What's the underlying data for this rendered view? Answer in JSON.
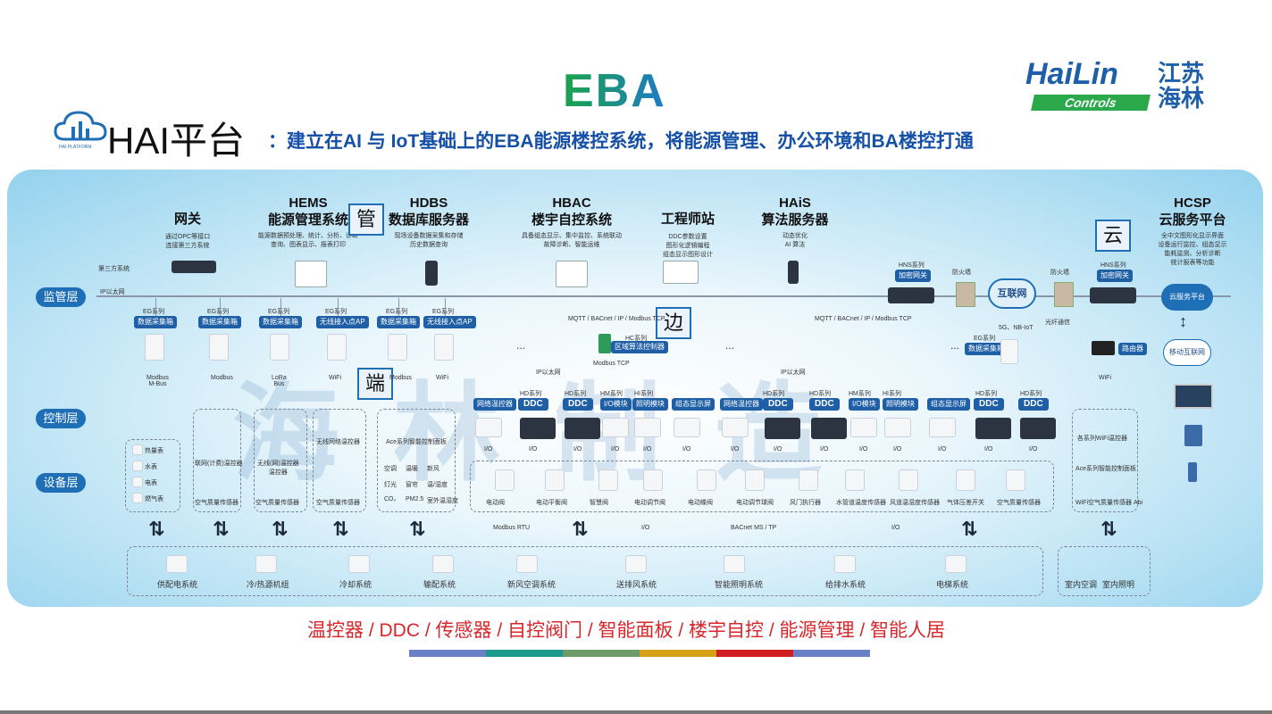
{
  "logo": {
    "eba": "EBA",
    "hailin_word": "HaiLin",
    "hailin_cn": "江苏海林",
    "hailin_bar": "Controls",
    "hai_logo_sub": "HAI PLATFORM"
  },
  "header": {
    "hai_title": "HAI平台",
    "subtitle": "：建立在AI 与 IoT基础上的EBA能源楼控系统，将能源管理、办公环境和BA楼控打通"
  },
  "layers": [
    "监管层",
    "控制层",
    "设备层"
  ],
  "systems": [
    {
      "title": "网关",
      "sub": "",
      "desc": "通过OPC等接口\n连接第三方系统"
    },
    {
      "title": "HEMS",
      "sub": "能源管理系统",
      "desc": "能源数据预处理、统计、分析、诊断\n查询、图表显示、报表打印"
    },
    {
      "title": "HDBS",
      "sub": "数据库服务器",
      "desc": "现场设备数据采集和存储\n历史数据查询"
    },
    {
      "title": "HBAC",
      "sub": "楼宇自控系统",
      "desc": "具备组态显示、集中监控、系统联动\n故障诊断、智能运维"
    },
    {
      "title": "工程师站",
      "sub": "",
      "desc": "DDC参数设置\n图形化逻辑编程\n组态显示图形设计"
    },
    {
      "title": "HAiS",
      "sub": "算法服务器",
      "desc": "动态优化\nAI 算法"
    },
    {
      "title": "HCSP",
      "sub": "云服务平台",
      "desc": "全中文图形化显示界面\n设备运行监控、组态显示\n能耗监测、分析诊断\n统计报表等功能"
    }
  ],
  "box_chars": [
    "管",
    "边",
    "端",
    "云"
  ],
  "labels": {
    "third_party": "第三方系统",
    "ip_ethernet": "IP以太网",
    "hns": "HNS系列",
    "encrypt_gw": "加密网关",
    "firewall": "防火墙",
    "internet": "互联网",
    "cloud_platform": "云服务平台",
    "mobile_internet": "移动互联网",
    "mqtt": "MQTT / BACnet / IP / Modbus TCP",
    "hc_series": "HC系列",
    "area_ctrl": "区域算法控制器",
    "modbus_tcp": "Modbus TCP",
    "fiber": "光纤通信",
    "nbiot": "5G、NB-IoT",
    "router": "路由器",
    "wifi": "WiFi",
    "modbus_rtu": "Modbus RTU",
    "io": "I/O",
    "bacnet_ms": "BACnet MS / TP",
    "ellipsis": "..."
  },
  "eg_tags": [
    "数据采集箱",
    "数据采集箱",
    "数据采集箱",
    "无线接入点AP",
    "数据采集箱",
    "无线接入点AP"
  ],
  "eg_series": "EG系列",
  "eg_links": [
    "Modbus\nM-Bus",
    "Modbus",
    "LoRa\nBus",
    "WiFi",
    "Modbus",
    "WiFi"
  ],
  "ctrl_tags": [
    "网络温控器",
    "DDC",
    "DDC",
    "I/O模块",
    "照明模块",
    "组态显示屏",
    "网络温控器",
    "DDC",
    "DDC",
    "I/O模块",
    "照明模块",
    "组态显示屏",
    "DDC",
    "DDC"
  ],
  "ctrl_series": [
    "HD系列",
    "HD系列",
    "HM系列",
    "HI系列",
    "HD系列",
    "HD系列",
    "HM系列",
    "HI系列",
    "HD系列",
    "HD系列"
  ],
  "meters": [
    "热量表",
    "水表",
    "电表",
    "燃气表"
  ],
  "panel_labels": [
    "联网(计费)温控器",
    "无线(网)温控器\n温控器",
    "无线网络温控器",
    "Ace系列智能控制面板"
  ],
  "air_sensor": "空气质量传感器",
  "ace_icons": [
    "空调",
    "温暖",
    "新风",
    "灯光",
    "窗帘",
    "温/湿度",
    "CO₂",
    "PM2.5",
    "室外温湿度"
  ],
  "field_devices": [
    "电动阀",
    "电动平衡阀",
    "智慧阀",
    "电动调节阀",
    "电动蝶阀",
    "电动调节球阀",
    "风门执行器",
    "水管道温度传感器",
    "风道温湿度传感器",
    "气体压差开关",
    "空气质量传感器"
  ],
  "right_devices": [
    "各系列WiFi温控器",
    "Ace系列智能控制面板",
    "WiFi空气质量传感器 Abi"
  ],
  "bottom_systems": [
    "供配电系统",
    "冷/热源机组",
    "冷却系统",
    "输配系统",
    "新风空调系统",
    "送排风系统",
    "智能照明系统",
    "给排水系统",
    "电梯系统"
  ],
  "bottom_right": [
    "室内空调",
    "室内照明"
  ],
  "watermark": "海林制造",
  "keywords": "温控器 / DDC / 传感器 / 自控阀门 / 智能面板 / 楼宇自控 / 能源管理 / 智能人居",
  "colorbar": [
    "#6b7fc6",
    "#1c9a8c",
    "#6d9b6a",
    "#d6a116",
    "#d11f24",
    "#6b7fc6"
  ]
}
